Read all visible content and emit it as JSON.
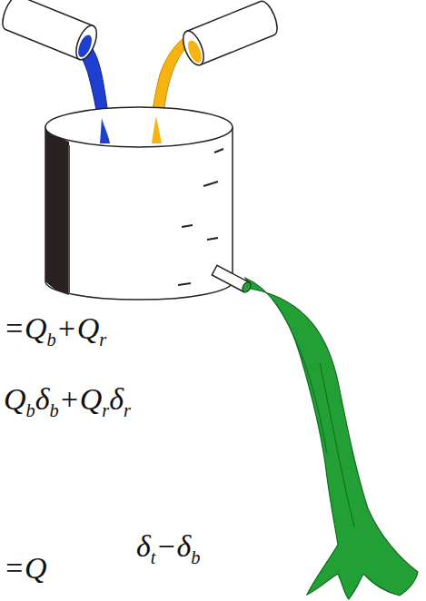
{
  "diagram": {
    "labels": [
      "=Qb+Qr",
      "Qbδb+Qrδr",
      "δt−δb",
      "=Q"
    ]
  }
}
